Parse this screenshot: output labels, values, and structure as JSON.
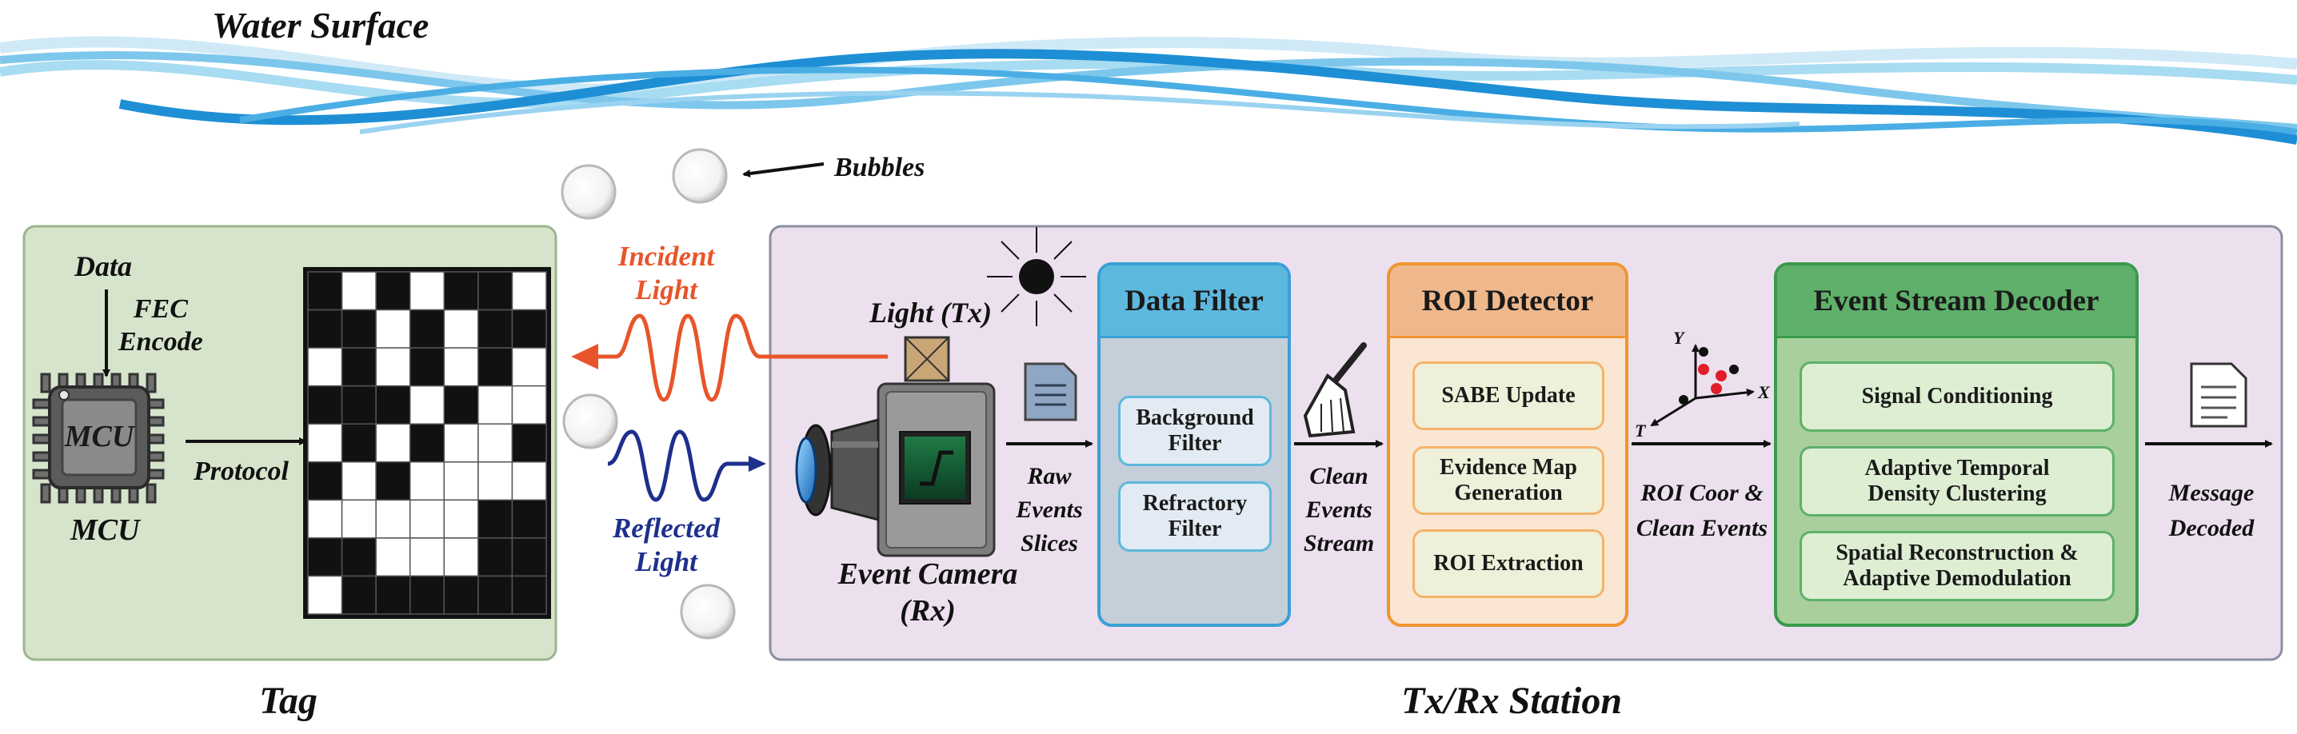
{
  "water": {
    "label": "Water Surface"
  },
  "bubbles": {
    "label": "Bubbles"
  },
  "tag": {
    "title": "Tag",
    "data_label": "Data",
    "fec_label": "FEC\nEncode",
    "mcu_chip_label": "MCU",
    "mcu_caption": "MCU",
    "protocol_label": "Protocol"
  },
  "light": {
    "incident": "Incident\nLight",
    "reflected": "Reflected\nLight",
    "tx": "Light (Tx)",
    "camera": "Event Camera\n(Rx)"
  },
  "station": {
    "title": "Tx/Rx Station"
  },
  "flows": {
    "raw": "Raw\nEvents\nSlices",
    "clean": "Clean\nEvents\nStream",
    "roi": "ROI Coor &\nClean Events",
    "message": "Message\nDecoded"
  },
  "axes": {
    "x": "X",
    "y": "Y",
    "t": "T"
  },
  "modules": {
    "filter": {
      "title": "Data Filter",
      "items": [
        "Background\nFilter",
        "Refractory\nFilter"
      ]
    },
    "roi": {
      "title": "ROI Detector",
      "items": [
        "SABE Update",
        "Evidence Map\nGeneration",
        "ROI Extraction"
      ]
    },
    "decoder": {
      "title": "Event Stream Decoder",
      "items": [
        "Signal Conditioning",
        "Adaptive Temporal\nDensity Clustering",
        "Spatial Reconstruction &\nAdaptive Demodulation"
      ]
    }
  },
  "colors": {
    "tag_bg": "#d6e4cc",
    "station_bg": "#ece0ee",
    "incident": "#e8552b",
    "reflected": "#1f2f8c",
    "filter_border": "#3a9fd6",
    "filter_head": "#5db8de",
    "filter_body": "#c5cfd9",
    "roi_border": "#f0952e",
    "roi_head": "#efb88c",
    "roi_body": "#fbe6d3",
    "decoder_border": "#3a9a4c",
    "decoder_head": "#5fb06a",
    "decoder_body": "#a9cf9d"
  },
  "pattern": [
    [
      1,
      0,
      1,
      0,
      1,
      1,
      0
    ],
    [
      1,
      1,
      0,
      1,
      0,
      1,
      1
    ],
    [
      0,
      1,
      0,
      1,
      0,
      1,
      0
    ],
    [
      1,
      1,
      1,
      0,
      1,
      0,
      0
    ],
    [
      0,
      1,
      0,
      1,
      0,
      0,
      1
    ],
    [
      1,
      0,
      1,
      0,
      0,
      0,
      0
    ],
    [
      0,
      0,
      0,
      0,
      0,
      1,
      1
    ],
    [
      1,
      1,
      0,
      0,
      0,
      1,
      1
    ],
    [
      0,
      1,
      1,
      1,
      1,
      1,
      1
    ]
  ]
}
